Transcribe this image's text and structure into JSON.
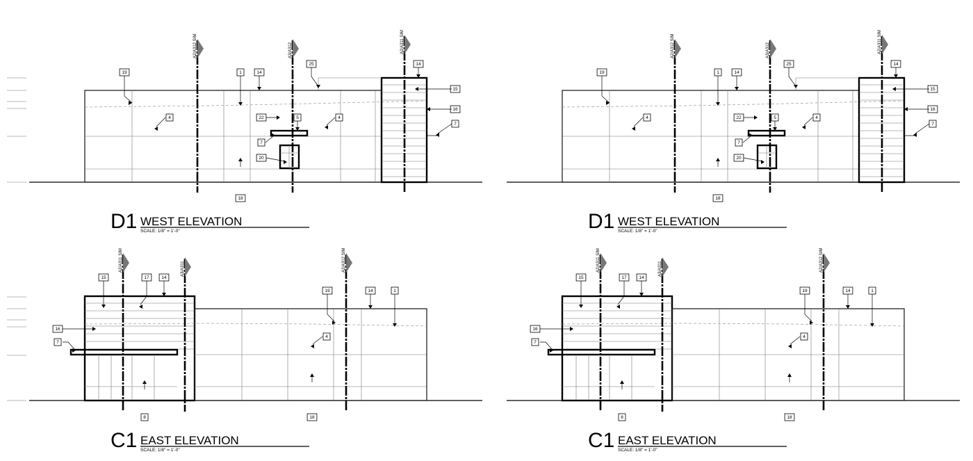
{
  "sheet": {
    "views": [
      {
        "id": "D1",
        "name": "WEST ELEVATION",
        "scale": "SCALE: 1/8\" = 1'-0\"",
        "grid_labels": [
          "A2/A312 SIM",
          "A3/A312",
          "A2/A311 SIM"
        ],
        "keynotes": [
          "19",
          "1",
          "14",
          "25",
          "14",
          "15",
          "16",
          "7",
          "4",
          "22",
          "5",
          "4",
          "7",
          "20",
          "18"
        ]
      },
      {
        "id": "D1",
        "name": "WEST ELEVATION",
        "scale": "SCALE: 1/8\" = 1'-0\"",
        "grid_labels": [
          "A2/A312 SIM",
          "A3/A312",
          "A2/A311 SIM"
        ],
        "keynotes": [
          "19",
          "1",
          "14",
          "25",
          "14",
          "15",
          "16",
          "7",
          "4",
          "22",
          "5",
          "4",
          "7",
          "20",
          "18"
        ]
      },
      {
        "id": "C1",
        "name": "EAST ELEVATION",
        "scale": "SCALE: 1/8\" = 1'-0\"",
        "grid_labels": [
          "A2/A311 SIM",
          "A3/A311",
          "A2/A312 SIM"
        ],
        "keynotes": [
          "15",
          "17",
          "14",
          "16",
          "7",
          "19",
          "14",
          "1",
          "4",
          "8",
          "18"
        ]
      },
      {
        "id": "C1",
        "name": "EAST ELEVATION",
        "scale": "SCALE: 1/8\" = 1'-0\"",
        "grid_labels": [
          "A2/A311 SIM",
          "A3/A311",
          "A2/A312 SIM"
        ],
        "keynotes": [
          "15",
          "17",
          "14",
          "16",
          "7",
          "19",
          "14",
          "1",
          "4",
          "8",
          "18"
        ]
      }
    ]
  }
}
